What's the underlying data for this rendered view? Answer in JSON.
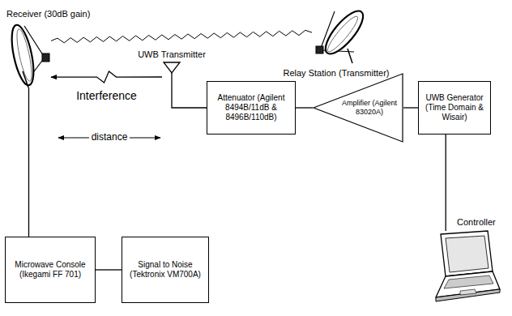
{
  "diagram": {
    "nodes": [
      {
        "text": [
          "Receiver (30dB gain)"
        ]
      },
      {
        "text": [
          "Relay Station (Transmitter)"
        ]
      },
      {
        "text": [
          "UWB Transmitter"
        ]
      },
      {
        "text": [
          "Attenuator (Agilent 8494B/11dB & 8496B/110dB)"
        ]
      },
      {
        "text": [
          "Amplifier (Agilent 83020A)"
        ]
      },
      {
        "text": [
          "UWB Generator (Time Domain & Wisair)"
        ]
      },
      {
        "text": [
          "Controller"
        ]
      },
      {
        "text": [
          "Microwave Console (Ikegami FF 701)"
        ]
      },
      {
        "text": [
          "Signal to Noise (Tektronix VM700A)"
        ]
      }
    ],
    "edges": [
      {
        "from": 1,
        "to": 0,
        "arrow": "none"
      },
      {
        "from": 2,
        "to": 0,
        "arrow": "to",
        "label": "Interference"
      },
      {
        "from": 3,
        "to": 2,
        "arrow": "none"
      },
      {
        "from": 4,
        "to": 3,
        "arrow": "none"
      },
      {
        "from": 5,
        "to": 4,
        "arrow": "none"
      },
      {
        "from": 5,
        "to": 6,
        "arrow": "none"
      },
      {
        "from": 0,
        "to": 7,
        "arrow": "none"
      },
      {
        "from": 7,
        "to": 8,
        "arrow": "none"
      }
    ],
    "labels": [
      "distance"
    ]
  }
}
